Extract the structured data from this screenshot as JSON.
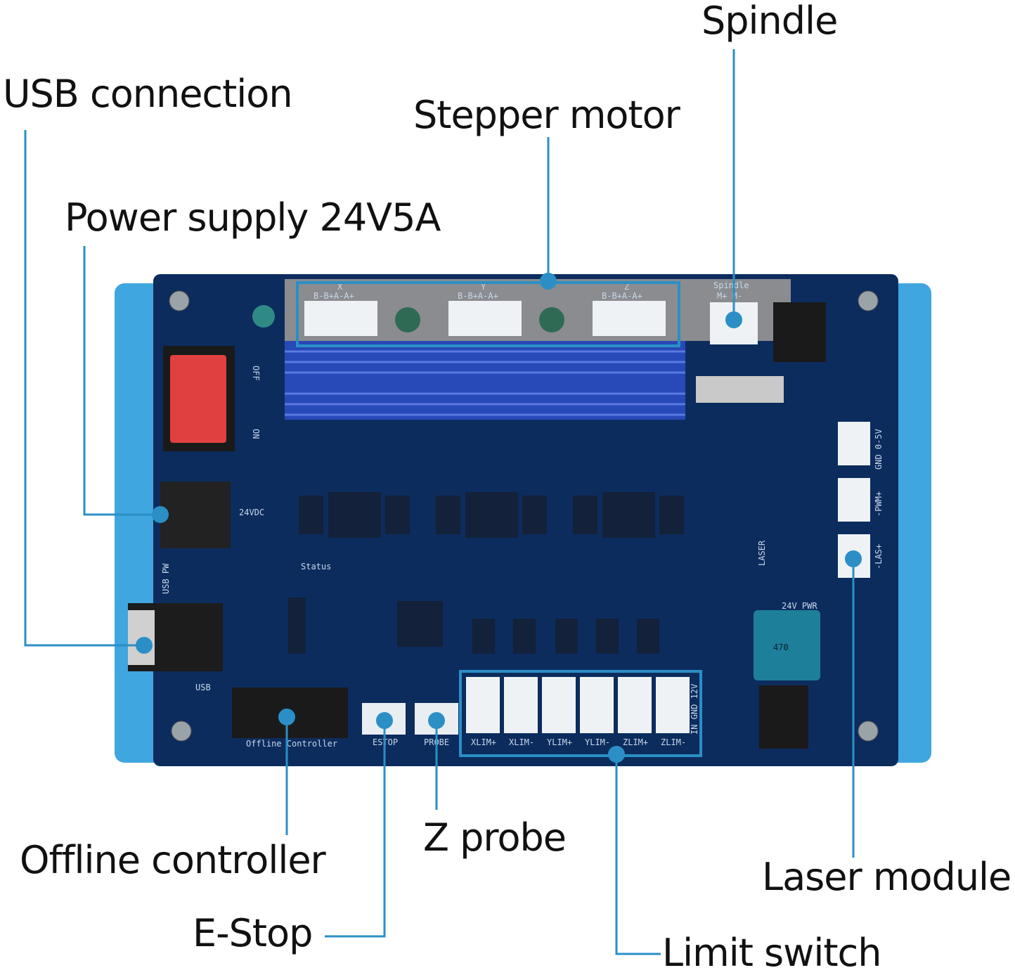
{
  "callouts": {
    "spindle": "Spindle",
    "usb": "USB connection",
    "stepper": "Stepper motor",
    "power": "Power supply 24V5A",
    "offline": "Offline controller",
    "zprobe": "Z probe",
    "laser": "Laser module",
    "estop": "E-Stop",
    "limit": "Limit switch"
  },
  "board": {
    "motor_pins": "B-B+A-A+",
    "axes": [
      "X",
      "Y",
      "Z"
    ],
    "spindle": "Spindle",
    "spindle_pins": "M+ M-",
    "off": "OFF",
    "on": "ON",
    "vdc": "24VDC",
    "usb_pw": "USB PW",
    "status": "Status",
    "usb": "USB",
    "offline": "Offline Controller",
    "estop": "ESTOP",
    "probe": "PROBE",
    "limits": [
      "XLIM+",
      "XLIM-",
      "YLIM+",
      "YLIM-",
      "ZLIM+",
      "ZLIM-"
    ],
    "limit_pins": "IN GND 12V",
    "gnd05": "GND 0-5V",
    "pwm": "-PWM+",
    "las": "-LAS+",
    "laser": "LASER",
    "pwr": "24V PWR",
    "inductor": "470"
  },
  "colors": {
    "accent": "#2b8fc6",
    "board": "#0c2c5e",
    "acrylic": "#3fa6df"
  }
}
